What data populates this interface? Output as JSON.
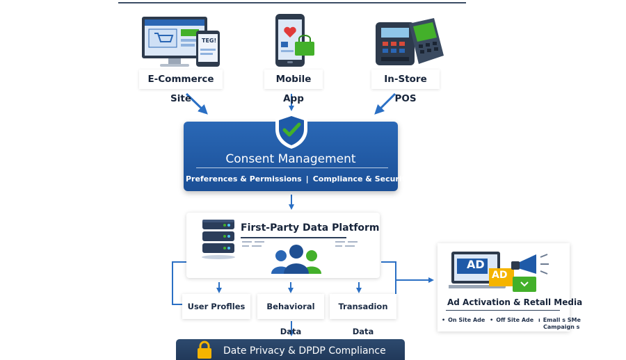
{
  "sources": {
    "ecommerce": {
      "label": "E-Commerce Site",
      "tablet_text": "TEG!"
    },
    "mobile": {
      "label": "Mobile App"
    },
    "pos": {
      "label": "In-Store POS"
    }
  },
  "consent": {
    "title": "Consent Management",
    "preferences": "Preferences & Permissions",
    "separator": "|",
    "compliance": "Compliance & Security"
  },
  "platform": {
    "title": "First-Party Data Platform",
    "outputs": [
      "User Proflles",
      "Behavioral Data",
      "Transadion Data"
    ]
  },
  "activation": {
    "title": "Ad Activation & Retall Media",
    "ad_text": "AD",
    "items": [
      "On Site Ade",
      "Off Site Ade",
      "Emall s SMe"
    ],
    "items_line2": "Campaign s"
  },
  "privacy": {
    "title": "Date Privacy & DPDP Compliance"
  },
  "colors": {
    "primary_blue": "#1f5aa8",
    "dark_navy": "#21395a",
    "arrow_blue": "#2a6fc4",
    "green_check": "#43b02a",
    "ad_yellow": "#f5b400"
  }
}
